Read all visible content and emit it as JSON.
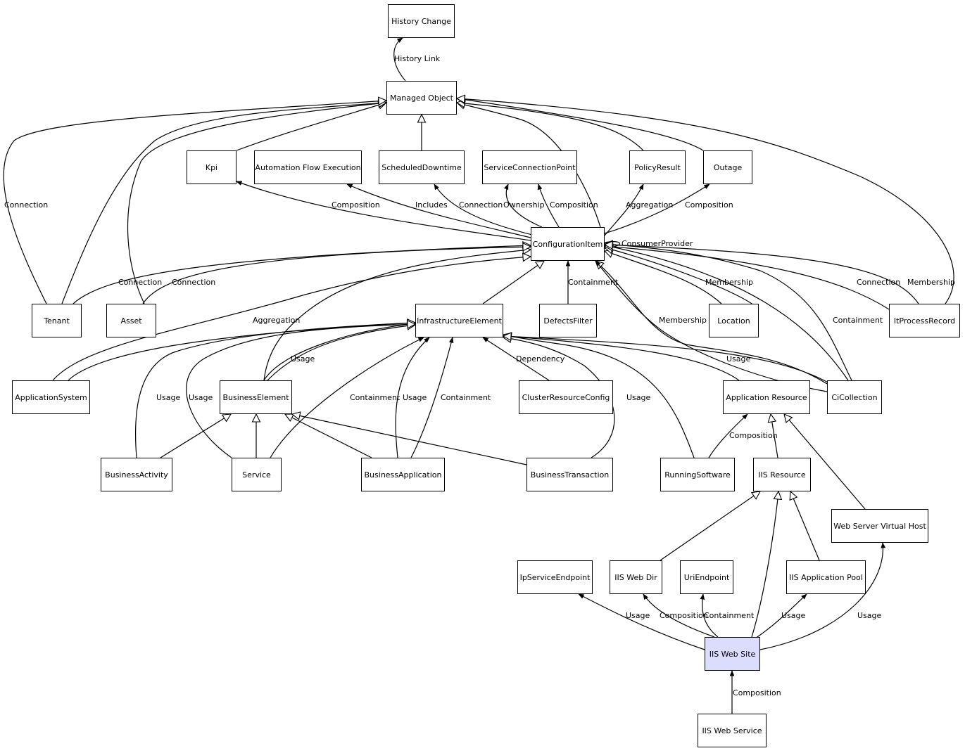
{
  "diagram": {
    "nodes": [
      {
        "id": "history_change",
        "label": "History Change"
      },
      {
        "id": "managed_object",
        "label": "Managed Object"
      },
      {
        "id": "kpi",
        "label": "Kpi"
      },
      {
        "id": "automation_flow_execution",
        "label": "Automation Flow Execution"
      },
      {
        "id": "scheduled_downtime",
        "label": "ScheduledDowntime"
      },
      {
        "id": "service_connection_point",
        "label": "ServiceConnectionPoint"
      },
      {
        "id": "policy_result",
        "label": "PolicyResult"
      },
      {
        "id": "outage",
        "label": "Outage"
      },
      {
        "id": "configuration_item",
        "label": "ConfigurationItem"
      },
      {
        "id": "tenant",
        "label": "Tenant"
      },
      {
        "id": "asset",
        "label": "Asset"
      },
      {
        "id": "infrastructure_element",
        "label": "InfrastructureElement"
      },
      {
        "id": "defects_filter",
        "label": "DefectsFilter"
      },
      {
        "id": "location",
        "label": "Location"
      },
      {
        "id": "it_process_record",
        "label": "ItProcessRecord"
      },
      {
        "id": "application_system",
        "label": "ApplicationSystem"
      },
      {
        "id": "business_element",
        "label": "BusinessElement"
      },
      {
        "id": "cluster_resource_config",
        "label": "ClusterResourceConfig"
      },
      {
        "id": "application_resource",
        "label": "Application Resource"
      },
      {
        "id": "ci_collection",
        "label": "CiCollection"
      },
      {
        "id": "business_activity",
        "label": "BusinessActivity"
      },
      {
        "id": "service",
        "label": "Service"
      },
      {
        "id": "business_application",
        "label": "BusinessApplication"
      },
      {
        "id": "business_transaction",
        "label": "BusinessTransaction"
      },
      {
        "id": "running_software",
        "label": "RunningSoftware"
      },
      {
        "id": "iis_resource",
        "label": "IIS Resource"
      },
      {
        "id": "web_server_virtual_host",
        "label": "Web Server Virtual Host"
      },
      {
        "id": "ip_service_endpoint",
        "label": "IpServiceEndpoint"
      },
      {
        "id": "iis_web_dir",
        "label": "IIS Web Dir"
      },
      {
        "id": "uri_endpoint",
        "label": "UriEndpoint"
      },
      {
        "id": "iis_application_pool",
        "label": "IIS Application Pool"
      },
      {
        "id": "iis_web_site",
        "label": "IIS Web Site",
        "highlight": true
      },
      {
        "id": "iis_web_service",
        "label": "IIS Web Service"
      }
    ],
    "edges": [
      {
        "id": "e_hist_link",
        "label": "History Link"
      },
      {
        "id": "e_tenant_conn_mo",
        "label": "Connection"
      },
      {
        "id": "e_ci_comp_kpi",
        "label": "Composition"
      },
      {
        "id": "e_ci_incl_afe",
        "label": "Includes"
      },
      {
        "id": "e_ci_conn_sd",
        "label": "Connection"
      },
      {
        "id": "e_ci_own_scp",
        "label": "Ownership"
      },
      {
        "id": "e_ci_comp_scp",
        "label": "Composition"
      },
      {
        "id": "e_ci_aggr_pr",
        "label": "Aggregation"
      },
      {
        "id": "e_ci_comp_out",
        "label": "Composition"
      },
      {
        "id": "e_ci_consumer",
        "label": "ConsumerProvider"
      },
      {
        "id": "e_tenant_conn_ci",
        "label": "Connection"
      },
      {
        "id": "e_asset_conn_ci",
        "label": "Connection"
      },
      {
        "id": "e_appsys_aggr_ci",
        "label": "Aggregation"
      },
      {
        "id": "e_defects_cont_ci",
        "label": "Containment"
      },
      {
        "id": "e_loc_memb_ci",
        "label": "Membership"
      },
      {
        "id": "e_cicoll_memb_ci",
        "label": "Membership"
      },
      {
        "id": "e_cicoll_cont_ci",
        "label": "Containment"
      },
      {
        "id": "e_itpr_conn_ci",
        "label": "Connection"
      },
      {
        "id": "e_itpr_memb_ci",
        "label": "Membership"
      },
      {
        "id": "e_be_usage_ie",
        "label": "Usage"
      },
      {
        "id": "e_ba_usage_ie",
        "label": "Usage"
      },
      {
        "id": "e_svc_usage_ie",
        "label": "Usage"
      },
      {
        "id": "e_svc_cont_ie",
        "label": "Containment"
      },
      {
        "id": "e_bapp_usage_ie",
        "label": "Usage"
      },
      {
        "id": "e_bapp_cont_ie",
        "label": "Containment"
      },
      {
        "id": "e_crc_dep_ie",
        "label": "Dependency"
      },
      {
        "id": "e_bt_usage_ie",
        "label": "Usage"
      },
      {
        "id": "e_cicoll_usage_ie",
        "label": "Usage"
      },
      {
        "id": "e_rs_comp_ar",
        "label": "Composition"
      },
      {
        "id": "e_ws_usage_ipse",
        "label": "Usage"
      },
      {
        "id": "e_ws_comp_dir",
        "label": "Composition"
      },
      {
        "id": "e_ws_cont_uri",
        "label": "Containment"
      },
      {
        "id": "e_ws_usage_pool",
        "label": "Usage"
      },
      {
        "id": "e_ws_usage_vhost",
        "label": "Usage"
      },
      {
        "id": "e_wsvc_comp_ws",
        "label": "Composition"
      }
    ]
  }
}
